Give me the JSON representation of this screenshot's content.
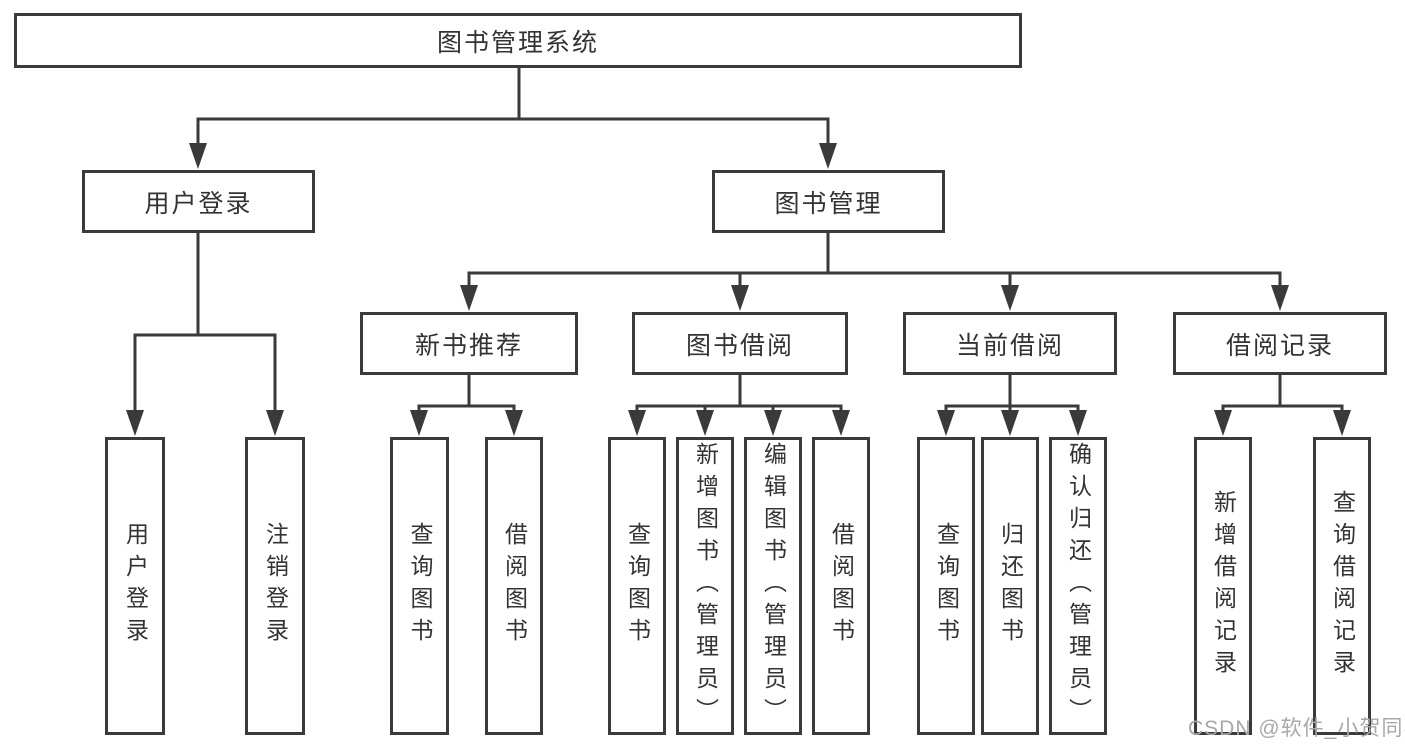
{
  "tree": {
    "root": {
      "label": "图书管理系统"
    },
    "branches": [
      {
        "label": "用户登录",
        "leaves": [
          {
            "label": "用户登录"
          },
          {
            "label": "注销登录"
          }
        ]
      },
      {
        "label": "图书管理",
        "groups": [
          {
            "label": "新书推荐",
            "leaves": [
              {
                "label": "查询图书"
              },
              {
                "label": "借阅图书"
              }
            ]
          },
          {
            "label": "图书借阅",
            "leaves": [
              {
                "label": "查询图书"
              },
              {
                "label": "新增图书（管理员）"
              },
              {
                "label": "编辑图书（管理员）"
              },
              {
                "label": "借阅图书"
              }
            ]
          },
          {
            "label": "当前借阅",
            "leaves": [
              {
                "label": "查询图书"
              },
              {
                "label": "归还图书"
              },
              {
                "label": "确认归还（管理员）"
              }
            ]
          },
          {
            "label": "借阅记录",
            "leaves": [
              {
                "label": "新增借阅记录"
              },
              {
                "label": "查询借阅记录"
              }
            ]
          }
        ]
      }
    ]
  },
  "watermark": "CSDN @软件_小贺同学",
  "colors": {
    "line": "#3a3a3a",
    "text": "#333333",
    "watermark": "#a8a8a8",
    "background": "#ffffff"
  }
}
